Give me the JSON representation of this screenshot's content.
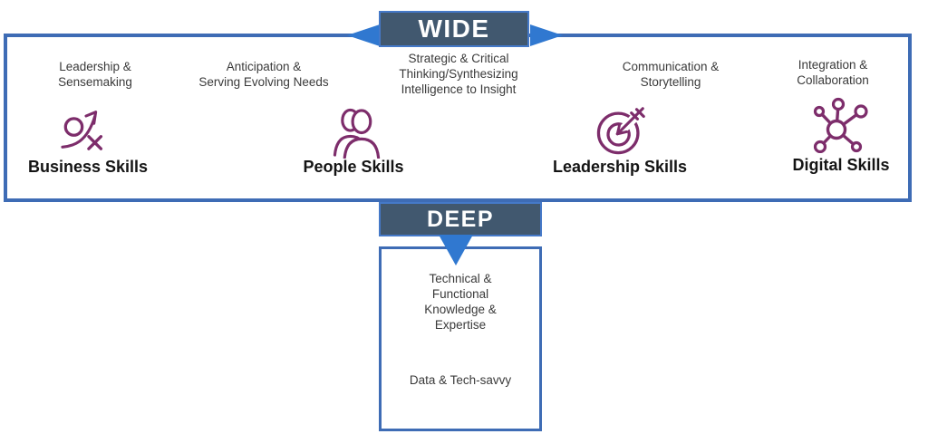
{
  "diagram": {
    "wide_label": "WIDE",
    "deep_label": "DEEP"
  },
  "skills": [
    {
      "desc_lines": [
        "Leadership &",
        "Sensemaking"
      ],
      "icon": "strategy-icon",
      "label": "Business Skills"
    },
    {
      "desc_lines": [
        "Anticipation &",
        "Serving Evolving Needs"
      ],
      "icon": "people-icon",
      "label": "People Skills"
    },
    {
      "desc_lines": [
        "Strategic & Critical",
        "Thinking/Synthesizing",
        "Intelligence to Insight"
      ],
      "icon": null,
      "label": null
    },
    {
      "desc_lines": [
        "Communication &",
        "Storytelling"
      ],
      "icon": "target-icon",
      "label": "Leadership Skills"
    },
    {
      "desc_lines": [
        "Integration &",
        "Collaboration"
      ],
      "icon": "network-icon",
      "label": "Digital Skills"
    }
  ],
  "deep_section": {
    "knowledge_lines": [
      "Technical &",
      "Functional",
      "Knowledge &",
      "Expertise"
    ],
    "tech_line": "Data & Tech-savvy"
  },
  "colors": {
    "border_blue": "#3E6CB5",
    "arrow_blue": "#3078D0",
    "badge_slate": "#41586F",
    "badge_border_blue": "#4579C8",
    "icon_purple": "#7D2D6B",
    "text_dark": "#3a3a3a",
    "label_black": "#141414"
  }
}
